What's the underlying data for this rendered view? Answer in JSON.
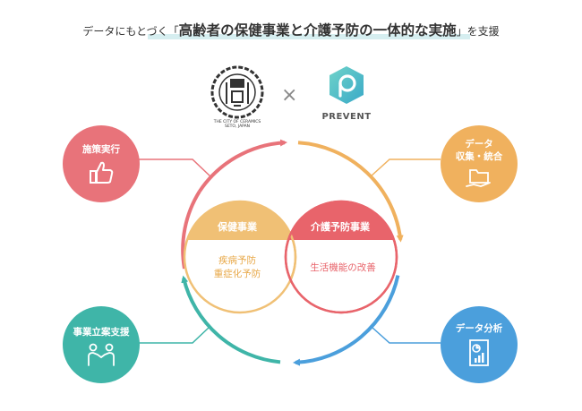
{
  "title": {
    "prefix": "データにもとづく「",
    "main": "高齢者の保健事業と介護予防の一体的な実施",
    "suffix": "」を支援"
  },
  "logos": {
    "seto_caption_line1": "THE CITY OF CERAMICS",
    "seto_caption_line2": "SETO, JAPAN",
    "times_symbol": "×",
    "prevent_name": "PREVENT"
  },
  "nodes": {
    "top_left": {
      "label": "施策実行",
      "icon": "thumbs-up-icon",
      "color": "#e8737a"
    },
    "top_right": {
      "label_line1": "データ",
      "label_line2": "収集・統合",
      "icon": "folder-hand-icon",
      "color": "#f0b15e"
    },
    "bottom_left": {
      "label": "事業立案支援",
      "icon": "handshake-icon",
      "color": "#3fb5a8"
    },
    "bottom_right": {
      "label": "データ分析",
      "icon": "chart-document-icon",
      "color": "#4b9fdc"
    }
  },
  "venn": {
    "left_header": "保健事業",
    "left_line1": "疾病予防",
    "left_line2": "重症化予防",
    "right_header": "介護予防事業",
    "right_body": "生活機能の改善",
    "left_color": "#f0c075",
    "right_color": "#e8646b"
  },
  "colors": {
    "red": "#e8737a",
    "orange": "#f0b15e",
    "teal": "#3fb5a8",
    "blue": "#4b9fdc"
  }
}
